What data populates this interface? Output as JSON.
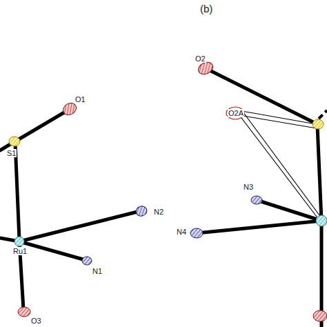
{
  "diagram": {
    "labels": [
      "O1",
      "S1",
      "N2",
      "Ru1",
      "N1",
      "O3",
      "(b)",
      "O2",
      "O2A",
      "N3",
      "N4"
    ]
  }
}
